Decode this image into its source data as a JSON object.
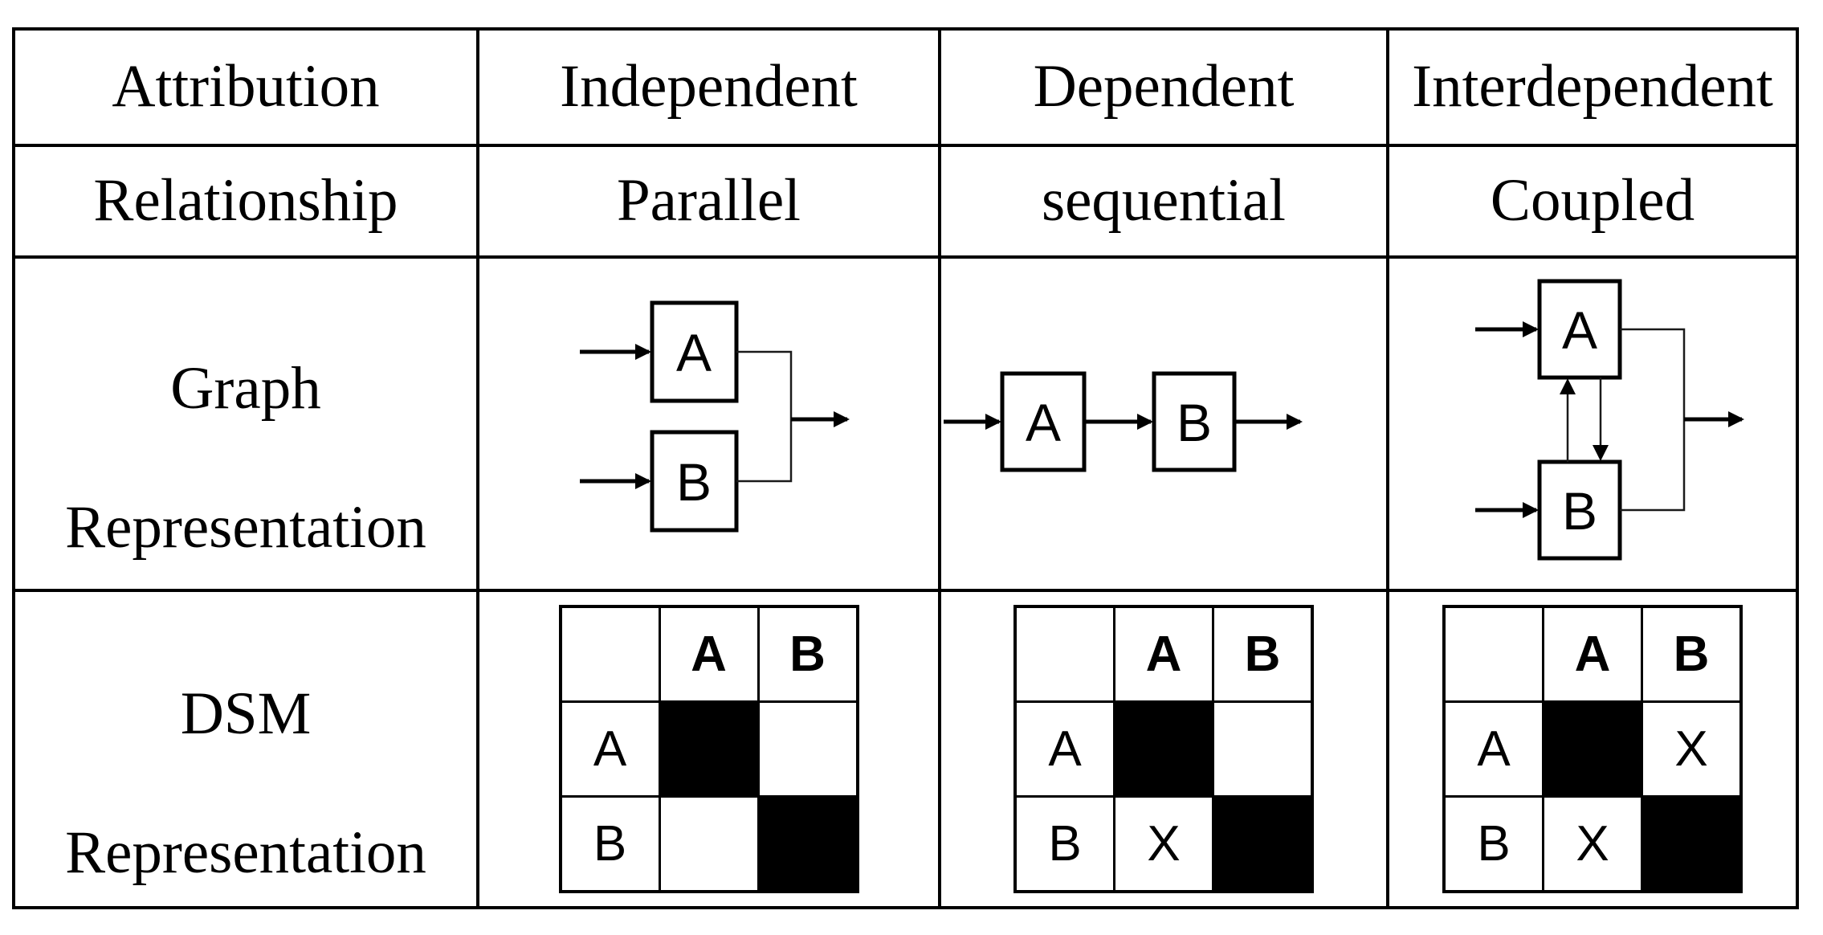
{
  "table": {
    "rows": {
      "attribution": {
        "label": "Attribution",
        "values": [
          "Independent",
          "Dependent",
          "Interdependent"
        ]
      },
      "relationship": {
        "label": "Relationship",
        "values": [
          "Parallel",
          "sequential",
          "Coupled"
        ]
      },
      "graph": {
        "label_line1": "Graph",
        "label_line2": "Representation"
      },
      "dsm": {
        "label_line1": "DSM",
        "label_line2": "Representation"
      }
    }
  },
  "graphs": {
    "parallel": {
      "node_a": "A",
      "node_b": "B"
    },
    "sequential": {
      "node_a": "A",
      "node_b": "B"
    },
    "coupled": {
      "node_a": "A",
      "node_b": "B"
    }
  },
  "dsm_grids": [
    {
      "name": "independent",
      "col_headers": [
        "A",
        "B"
      ],
      "row_headers": [
        "A",
        "B"
      ],
      "filled_cells": [
        "A-A",
        "B-B"
      ],
      "cells": {
        "a_b": "",
        "b_a": ""
      }
    },
    {
      "name": "dependent",
      "col_headers": [
        "A",
        "B"
      ],
      "row_headers": [
        "A",
        "B"
      ],
      "filled_cells": [
        "A-A",
        "B-B"
      ],
      "cells": {
        "a_b": "",
        "b_a": "X"
      }
    },
    {
      "name": "interdependent",
      "col_headers": [
        "A",
        "B"
      ],
      "row_headers": [
        "A",
        "B"
      ],
      "filled_cells": [
        "A-A",
        "B-B"
      ],
      "cells": {
        "a_b": "X",
        "b_a": "X"
      }
    }
  ],
  "colors": {
    "line": "#000000",
    "dsm_filled": "#000000",
    "background": "#ffffff"
  }
}
